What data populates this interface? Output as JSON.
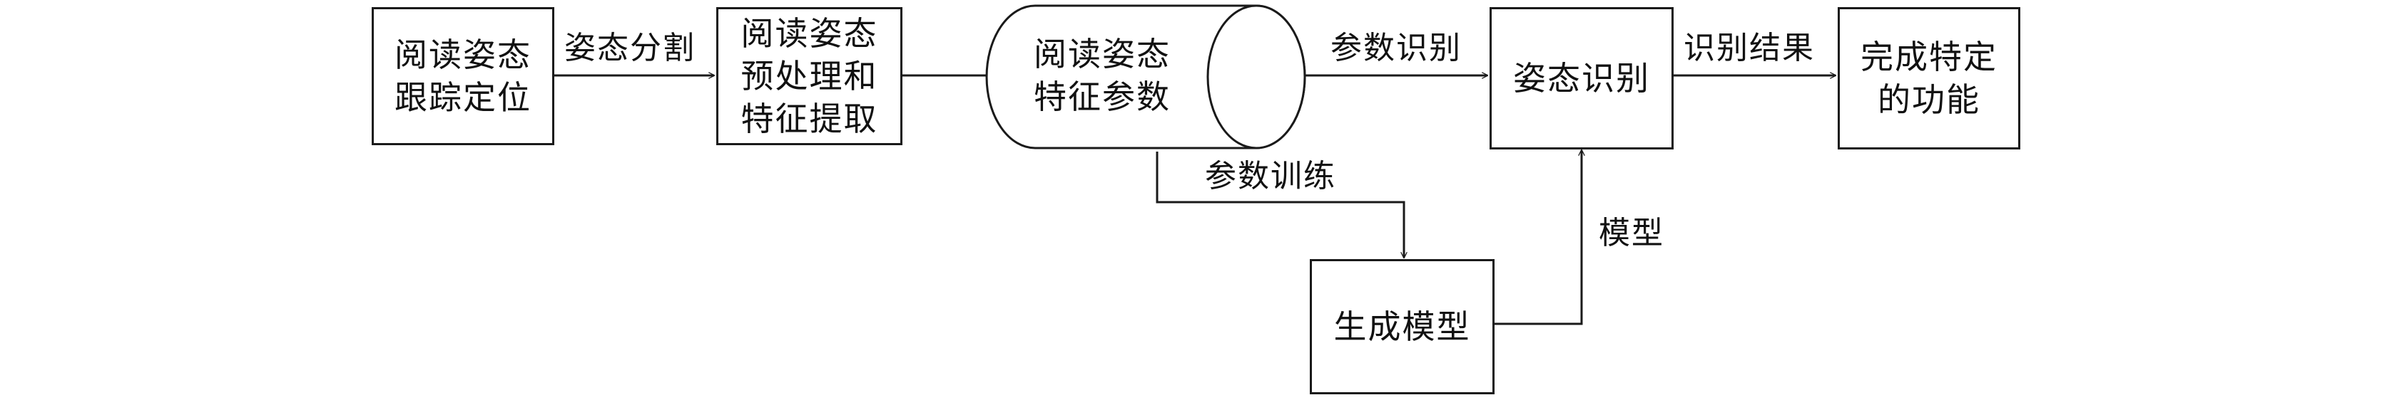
{
  "nodes": {
    "tracking": {
      "label": "阅读姿态\n跟踪定位"
    },
    "preprocess": {
      "label": "阅读姿态\n预处理和\n特征提取"
    },
    "feature_params": {
      "label": "阅读姿态\n特征参数"
    },
    "recognition": {
      "label": "姿态识别"
    },
    "function": {
      "label": "完成特定\n的功能"
    },
    "generate_model": {
      "label": "生成模型"
    }
  },
  "edges": {
    "segmentation": {
      "label": "姿态分割"
    },
    "param_recognition": {
      "label": "参数识别"
    },
    "result": {
      "label": "识别结果"
    },
    "param_training": {
      "label": "参数训练"
    },
    "model": {
      "label": "模型"
    }
  },
  "colors": {
    "stroke": "#1a1a1a",
    "background": "#ffffff"
  }
}
